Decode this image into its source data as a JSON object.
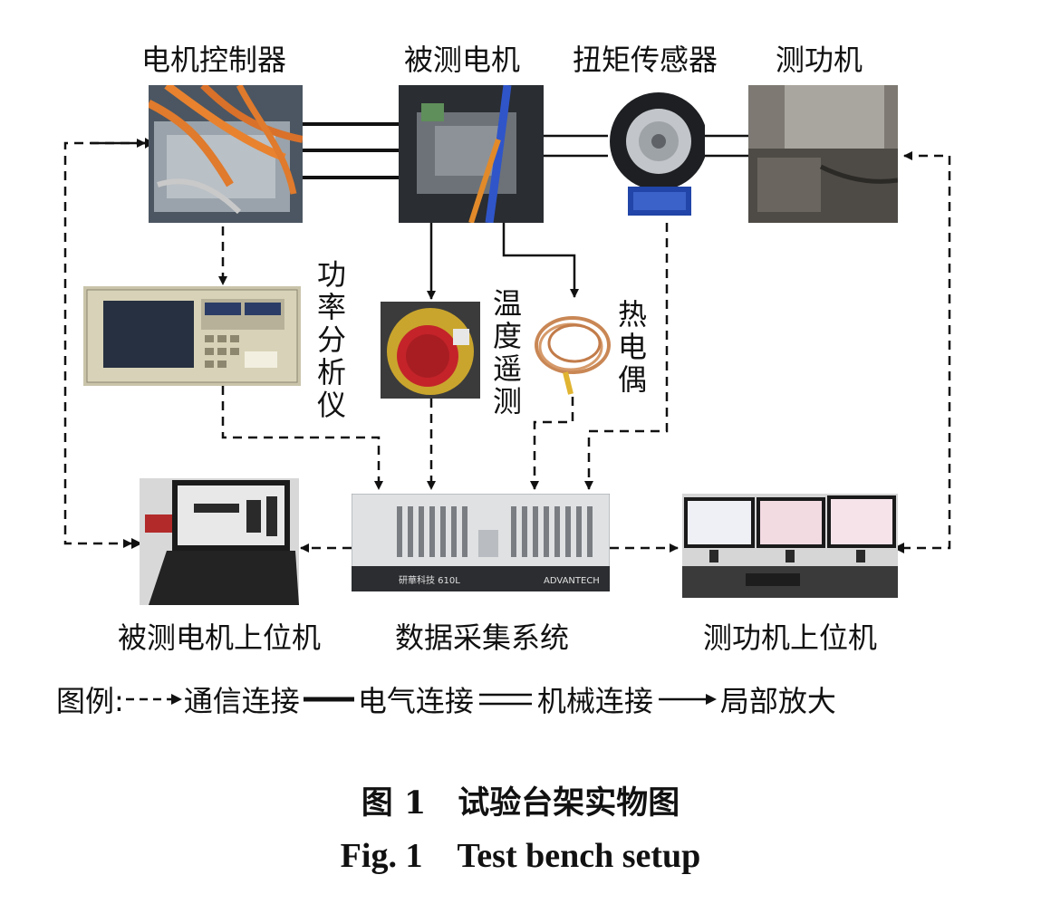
{
  "labels": {
    "motor_controller": "电机控制器",
    "motor_under_test": "被测电机",
    "torque_sensor": "扭矩传感器",
    "dynamometer": "测功机",
    "power_analyzer": "功率分析仪",
    "temp_telemetry": "温度遥测",
    "thermocouple": "热电偶",
    "motor_host_pc": "被测电机上位机",
    "daq_system": "数据采集系统",
    "dyno_host_pc": "测功机上位机"
  },
  "legend": {
    "prefix": "图例:",
    "comm": "通信连接",
    "electrical": "电气连接",
    "mechanical": "机械连接",
    "zoom": "局部放大"
  },
  "photo_text": {
    "daq_left": "研華科技 610L",
    "daq_right": "ADVANTECH"
  },
  "caption": {
    "cn": "图 1　试验台架实物图",
    "en": "Fig. 1 Test bench setup"
  }
}
